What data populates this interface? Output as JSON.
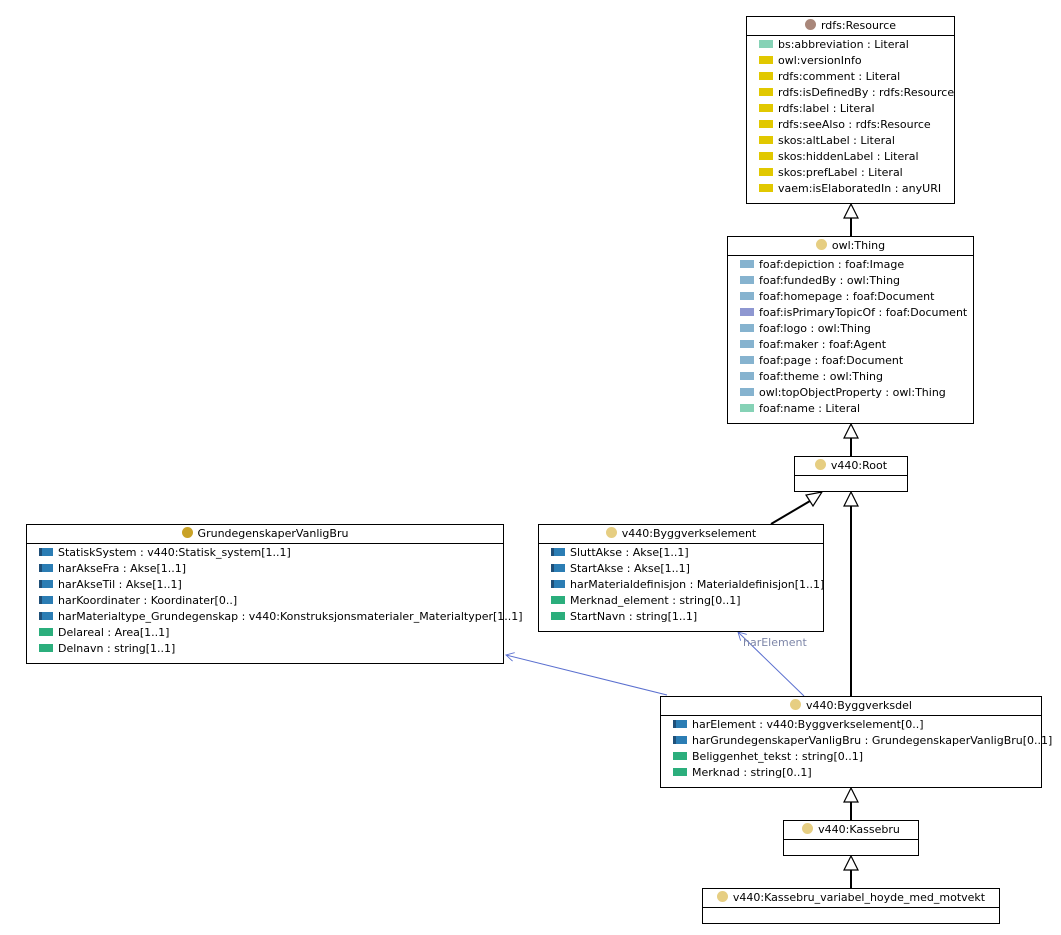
{
  "colors": {
    "literal": "#86d2b6",
    "annotation": "#e1c800",
    "object_prop": "#2b7db4",
    "foaf_prop": "#86b3cf",
    "foaf_primary": "#8e97d1",
    "datatype_prop": "#2bae7c",
    "resource_dot": "#a9877a",
    "thing_dot": "#e6ce82",
    "class_dot": "#c9a227"
  },
  "classes": [
    {
      "id": "rdfs-resource",
      "name": "rdfs:Resource",
      "dot": "resource_dot",
      "rows": [
        {
          "text": "bs:abbreviation : Literal",
          "kind": "literal"
        },
        {
          "text": "owl:versionInfo",
          "kind": "annotation"
        },
        {
          "text": "rdfs:comment : Literal",
          "kind": "annotation"
        },
        {
          "text": "rdfs:isDefinedBy : rdfs:Resource",
          "kind": "annotation"
        },
        {
          "text": "rdfs:label : Literal",
          "kind": "annotation"
        },
        {
          "text": "rdfs:seeAlso : rdfs:Resource",
          "kind": "annotation"
        },
        {
          "text": "skos:altLabel : Literal",
          "kind": "annotation"
        },
        {
          "text": "skos:hiddenLabel : Literal",
          "kind": "annotation"
        },
        {
          "text": "skos:prefLabel : Literal",
          "kind": "annotation"
        },
        {
          "text": "vaem:isElaboratedIn : anyURI",
          "kind": "annotation"
        }
      ]
    },
    {
      "id": "owl-thing",
      "name": "owl:Thing",
      "dot": "thing_dot",
      "rows": [
        {
          "text": "foaf:depiction : foaf:Image",
          "kind": "foaf_prop"
        },
        {
          "text": "foaf:fundedBy : owl:Thing",
          "kind": "foaf_prop"
        },
        {
          "text": "foaf:homepage : foaf:Document",
          "kind": "foaf_prop"
        },
        {
          "text": "foaf:isPrimaryTopicOf : foaf:Document",
          "kind": "foaf_primary"
        },
        {
          "text": "foaf:logo : owl:Thing",
          "kind": "foaf_prop"
        },
        {
          "text": "foaf:maker : foaf:Agent",
          "kind": "foaf_prop"
        },
        {
          "text": "foaf:page : foaf:Document",
          "kind": "foaf_prop"
        },
        {
          "text": "foaf:theme : owl:Thing",
          "kind": "foaf_prop"
        },
        {
          "text": "owl:topObjectProperty : owl:Thing",
          "kind": "foaf_prop"
        },
        {
          "text": "foaf:name : Literal",
          "kind": "literal"
        }
      ]
    },
    {
      "id": "v440-root",
      "name": "v440:Root",
      "dot": "thing_dot",
      "rows": []
    },
    {
      "id": "grundegenskaper",
      "name": "GrundegenskaperVanligBru",
      "dot": "class_dot",
      "rows": [
        {
          "text": "StatiskSystem : v440:Statisk_system[1..1]",
          "kind": "object_prop"
        },
        {
          "text": "harAkseFra : Akse[1..1]",
          "kind": "object_prop"
        },
        {
          "text": "harAkseTil : Akse[1..1]",
          "kind": "object_prop"
        },
        {
          "text": "harKoordinater : Koordinater[0..]",
          "kind": "object_prop"
        },
        {
          "text": "harMaterialtype_Grundegenskap : v440:Konstruksjonsmaterialer_Materialtyper[1..1]",
          "kind": "object_prop"
        },
        {
          "text": "Delareal : Area[1..1]",
          "kind": "datatype_prop"
        },
        {
          "text": "Delnavn : string[1..1]",
          "kind": "datatype_prop"
        }
      ]
    },
    {
      "id": "byggverkselement",
      "name": "v440:Byggverkselement",
      "dot": "thing_dot",
      "rows": [
        {
          "text": "SluttAkse : Akse[1..1]",
          "kind": "object_prop"
        },
        {
          "text": "StartAkse : Akse[1..1]",
          "kind": "object_prop"
        },
        {
          "text": "harMaterialdefinisjon : Materialdefinisjon[1..1]",
          "kind": "object_prop"
        },
        {
          "text": "Merknad_element : string[0..1]",
          "kind": "datatype_prop"
        },
        {
          "text": "StartNavn : string[1..1]",
          "kind": "datatype_prop"
        }
      ]
    },
    {
      "id": "byggverksdel",
      "name": "v440:Byggverksdel",
      "dot": "thing_dot",
      "rows": [
        {
          "text": "harElement : v440:Byggverkselement[0..]",
          "kind": "object_prop"
        },
        {
          "text": "harGrundegenskaperVanligBru : GrundegenskaperVanligBru[0..1]",
          "kind": "object_prop"
        },
        {
          "text": "Beliggenhet_tekst : string[0..1]",
          "kind": "datatype_prop"
        },
        {
          "text": "Merknad : string[0..1]",
          "kind": "datatype_prop"
        }
      ]
    },
    {
      "id": "kassebru",
      "name": "v440:Kassebru",
      "dot": "thing_dot",
      "rows": []
    },
    {
      "id": "kassebru-variabel",
      "name": "v440:Kassebru_variabel_hoyde_med_motvekt",
      "dot": "thing_dot",
      "rows": []
    }
  ],
  "association_labels": {
    "har_element": "harElement"
  }
}
